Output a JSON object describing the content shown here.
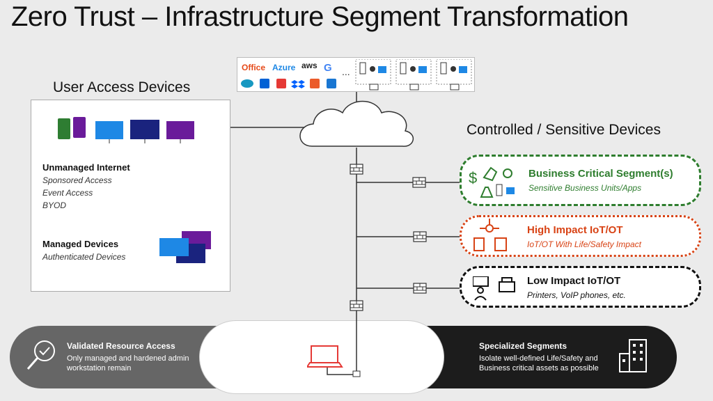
{
  "title": "Zero Trust – Infrastructure Segment Transformation",
  "user_access": {
    "header": "User Access Devices",
    "unmanaged": {
      "title": "Unmanaged Internet",
      "items": [
        "Sponsored Access",
        "Event Access",
        "BYOD"
      ]
    },
    "managed": {
      "title": "Managed Devices",
      "items": [
        "Authenticated Devices"
      ]
    }
  },
  "cloud_services": {
    "logos": [
      "Office",
      "Azure",
      "aws",
      "G",
      "salesforce",
      "box",
      "new",
      "dropbox",
      "office-app",
      "C"
    ],
    "more": "..."
  },
  "controlled": {
    "header": "Controlled / Sensitive Devices",
    "segments": [
      {
        "title": "Business Critical Segment(s)",
        "subtitle": "Sensitive Business Units/Apps",
        "color": "#2e7d2e"
      },
      {
        "title": "High Impact IoT/OT",
        "subtitle": "IoT/OT With Life/Safety Impact",
        "color": "#d84315"
      },
      {
        "title": "Low Impact IoT/OT",
        "subtitle": "Printers, VoIP phones, etc.",
        "color": "#111111"
      }
    ]
  },
  "bottom": {
    "left": {
      "title": "Validated Resource Access",
      "desc": "Only managed and hardened admin workstation remain"
    },
    "right": {
      "title": "Specialized Segments",
      "desc": "Isolate well-defined Life/Safety and Business critical assets as possible"
    }
  },
  "icons": {
    "firewall": "firewall-icon",
    "cloud": "cloud-icon",
    "laptop": "laptop-icon",
    "building": "building-icon",
    "check": "magnifier-check-icon"
  }
}
